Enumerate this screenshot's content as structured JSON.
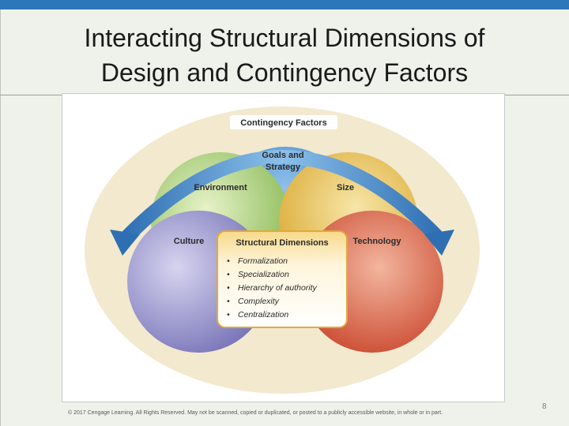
{
  "slide": {
    "title_line1": "Interacting Structural Dimensions of",
    "title_line2": "Design and Contingency Factors",
    "copyright": "© 2017 Cengage Learning. All Rights Reserved. May not be scanned, copied or duplicated, or posted to a publicly accessible website, in whole or in part.",
    "page_number": "8"
  },
  "diagram": {
    "arc_label": "Contingency Factors",
    "factors": {
      "goals_line1": "Goals and",
      "goals_line2": "Strategy",
      "environment": "Environment",
      "size": "Size",
      "culture": "Culture",
      "technology": "Technology"
    },
    "structural": {
      "heading": "Structural Dimensions",
      "items": [
        "Formalization",
        "Specialization",
        "Hierarchy of authority",
        "Complexity",
        "Centralization"
      ]
    },
    "colors": {
      "top_bar": "#2c77b8",
      "backdrop": "#f2e9cf",
      "arrow": "#3a7cc0",
      "goals": "#3b86c9",
      "environment": "#9cc76a",
      "size": "#e2b84a",
      "culture": "#8c88c6",
      "technology": "#d65a3e",
      "center_border": "#e0aa3a"
    }
  }
}
